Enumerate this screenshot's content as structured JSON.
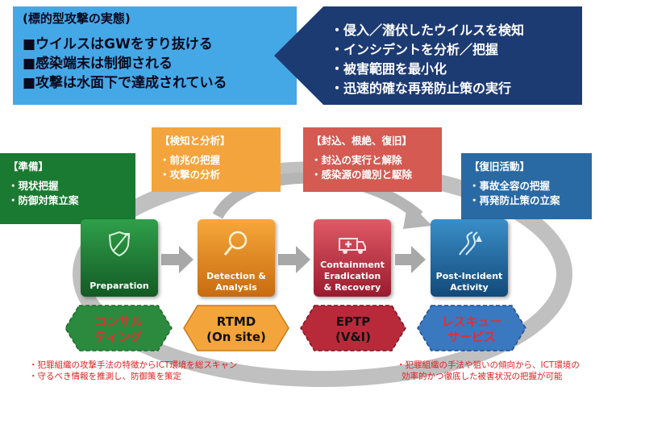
{
  "banner_left": {
    "title": "(標的型攻撃の実態)",
    "lines": [
      "■ウイルスはGWをすり抜ける",
      "■感染端末は制御される",
      "■攻撃は水面下で達成されている"
    ]
  },
  "banner_right": {
    "lines": [
      "・侵入／潜伏したウイルスを検知",
      "・インシデントを分析／把握",
      "・被害範囲を最小化",
      "・迅速的確な再発防止策の実行"
    ]
  },
  "stages": [
    {
      "heading": "【準備】",
      "items": [
        "・現状把握",
        "・防御対策立案"
      ],
      "tile": [
        "Preparation"
      ],
      "service": [
        "コンサル",
        "ティング"
      ],
      "color": "#1a7a32"
    },
    {
      "heading": "【検知と分析】",
      "items": [
        "・前兆の把握",
        "・攻撃の分析"
      ],
      "tile": [
        "Detection &",
        "Analysis"
      ],
      "service": [
        "RTMD",
        "(On site)"
      ],
      "color": "#f4a43c"
    },
    {
      "heading": "【封込、根絶、復旧】",
      "items": [
        "・封込の実行と解除",
        "・感染源の識別と駆除"
      ],
      "tile": [
        "Containment",
        "Eradication",
        "& Recovery"
      ],
      "service": [
        "EPTP",
        "(V&I)"
      ],
      "color": "#d45a52"
    },
    {
      "heading": "【復旧活動】",
      "items": [
        "・事故全容の把握",
        "・再発防止策の立案"
      ],
      "tile": [
        "Post-Incident",
        "Activity"
      ],
      "service": [
        "レスキュー",
        "サービス"
      ],
      "color": "#2a6aa4"
    }
  ],
  "notes_left": [
    "・犯罪組織の攻撃手法の特徴からICT環境を総スキャン",
    "・守るべき情報を推測し、防御策を策定"
  ],
  "notes_right": [
    "・犯罪組織の手法や狙いの傾向から、ICT環境の",
    "効率的かつ徹底した被害状況の把握が可能"
  ],
  "icons": [
    "shield-sword-icon",
    "magnifier-icon",
    "ambulance-icon",
    "road-trees-icon"
  ],
  "colors": {
    "banner_left": "#45a8e6",
    "banner_right": "#1d3b73",
    "note_text": "#e02020"
  }
}
